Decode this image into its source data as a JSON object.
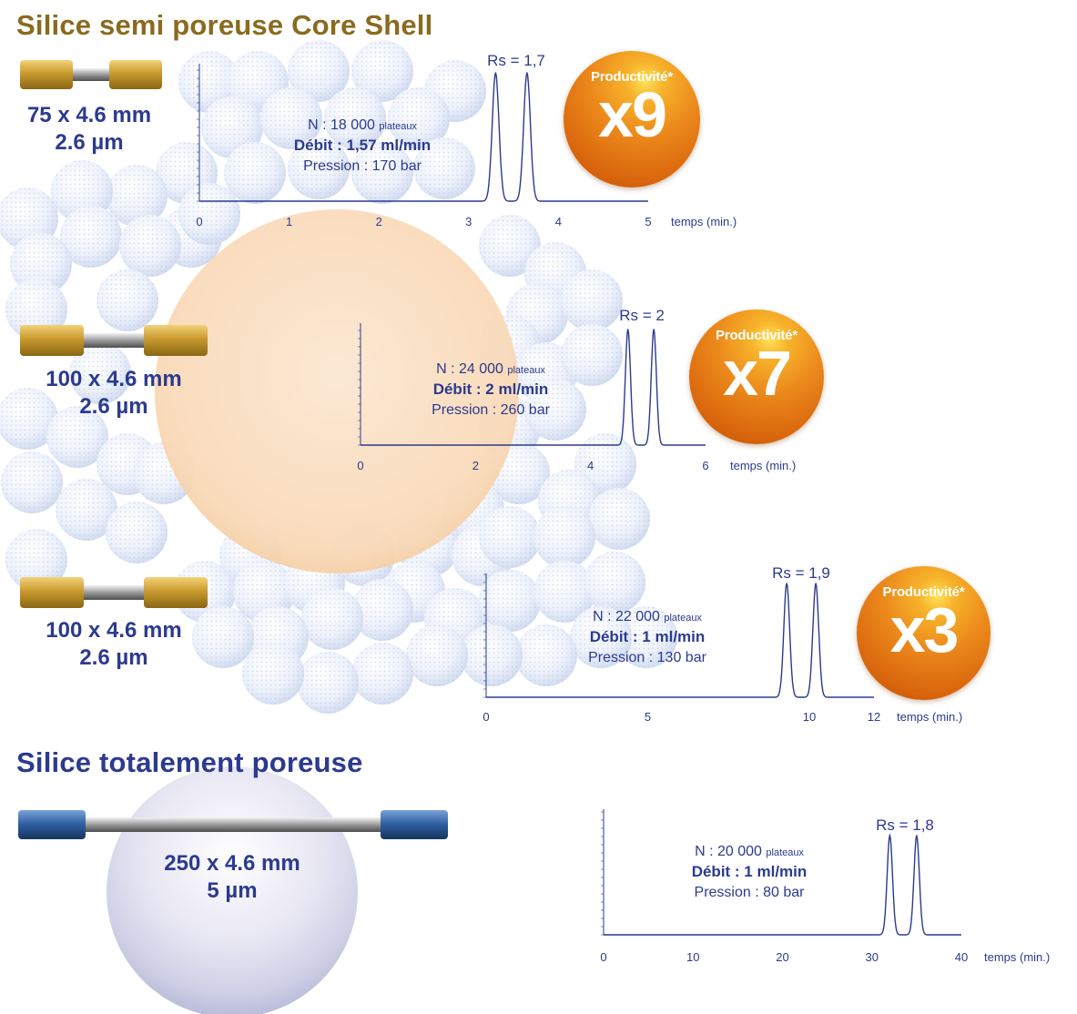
{
  "titles": {
    "core_shell": "Silice semi poreuse Core Shell",
    "totally_porous": "Silice totalement poreuse"
  },
  "columns": [
    {
      "dimensions": "75 x 4.6 mm",
      "particle": "2.6 µm",
      "type": "core-shell"
    },
    {
      "dimensions": "100 x 4.6 mm",
      "particle": "2.6 µm",
      "type": "core-shell"
    },
    {
      "dimensions": "100 x 4.6 mm",
      "particle": "2.6 µm",
      "type": "core-shell"
    },
    {
      "dimensions": "250 x 4.6 mm",
      "particle": "5 µm",
      "type": "totally-porous"
    }
  ],
  "badges": [
    {
      "label": "Productivité*",
      "multiplier": "x9"
    },
    {
      "label": "Productivité*",
      "multiplier": "x7"
    },
    {
      "label": "Productivité*",
      "multiplier": "x3"
    }
  ],
  "colors": {
    "title_core_shell": "#8a6a1e",
    "title_totally_porous": "#2c3a8f",
    "trace": "#2c3a8f",
    "badge": "#e07b12",
    "core_shell_fitting": "#c9a33a",
    "totally_porous_fitting": "#2e5c9e"
  },
  "chart_data": [
    {
      "type": "line",
      "title": "",
      "xlabel": "temps (min.)",
      "xlim": [
        0,
        5
      ],
      "xticks": [
        0,
        1,
        2,
        3,
        4,
        5
      ],
      "annotation": "Rs = 1,7",
      "info": {
        "n_value": "N : 18 000",
        "n_unit": "plateaux",
        "flow": "Débit : 1,57 ml/min",
        "pressure": "Pression : 170 bar"
      },
      "peaks_x": [
        3.3,
        3.65
      ]
    },
    {
      "type": "line",
      "title": "",
      "xlabel": "temps (min.)",
      "xlim": [
        0,
        6
      ],
      "xticks": [
        0,
        2,
        4,
        6
      ],
      "annotation": "Rs = 2",
      "info": {
        "n_value": "N : 24 000",
        "n_unit": "plateaux",
        "flow": "Débit : 2 ml/min",
        "pressure": "Pression : 260 bar"
      },
      "peaks_x": [
        4.65,
        5.1
      ]
    },
    {
      "type": "line",
      "title": "",
      "xlabel": "temps (min.)",
      "xlim": [
        0,
        12
      ],
      "xticks": [
        0,
        5,
        10,
        12
      ],
      "annotation": "Rs = 1,9",
      "info": {
        "n_value": "N : 22 000",
        "n_unit": "plateaux",
        "flow": "Débit : 1 ml/min",
        "pressure": "Pression : 130 bar"
      },
      "peaks_x": [
        9.3,
        10.2
      ]
    },
    {
      "type": "line",
      "title": "",
      "xlabel": "temps (min.)",
      "xlim": [
        0,
        40
      ],
      "xticks": [
        0,
        10,
        20,
        30,
        40
      ],
      "annotation": "Rs = 1,8",
      "info": {
        "n_value": "N : 20 000",
        "n_unit": "plateaux",
        "flow": "Débit : 1 ml/min",
        "pressure": "Pression : 80 bar"
      },
      "peaks_x": [
        32,
        35
      ]
    }
  ]
}
